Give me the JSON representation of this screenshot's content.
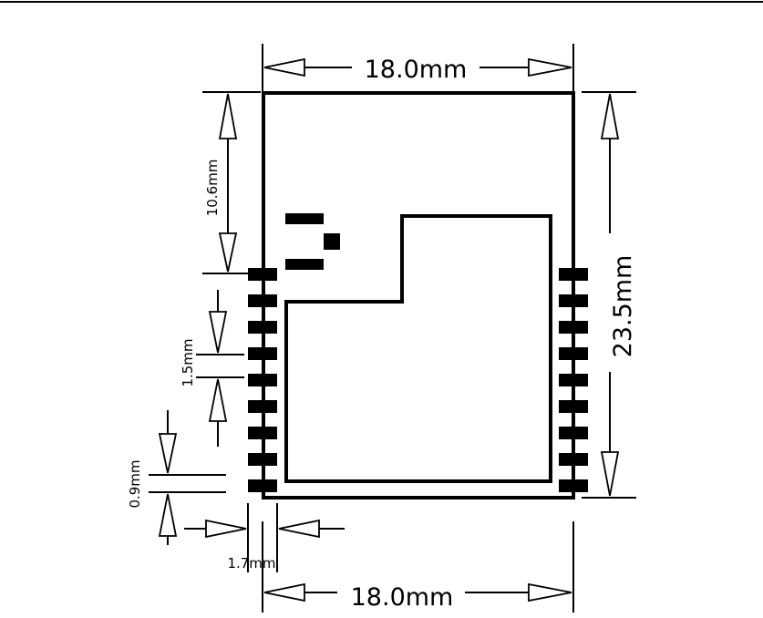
{
  "dimensions": {
    "top_width": "18.0mm",
    "bottom_width": "18.0mm",
    "height": "23.5mm",
    "antenna_height": "10.6mm",
    "pad_pitch": "1.5mm",
    "pad_height": "0.9mm",
    "pad_width": "1.7mm"
  },
  "pads": {
    "left_count": 9,
    "right_count": 9
  }
}
